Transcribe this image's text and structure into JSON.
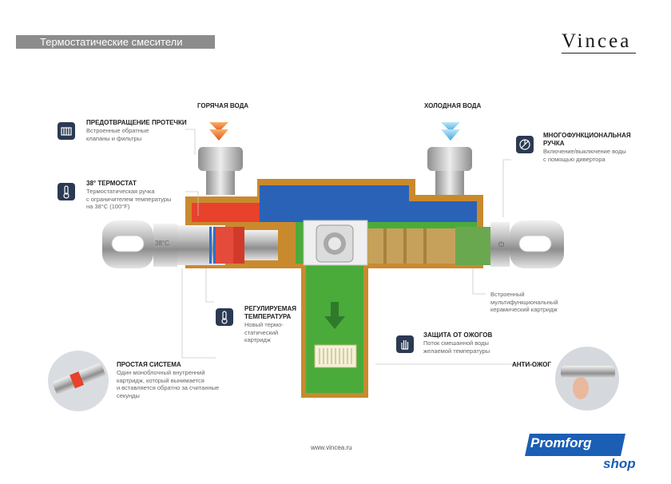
{
  "header": {
    "title": "Термостатические смесители",
    "brand": "Vincea"
  },
  "labels": {
    "hot_water": "ГОРЯЧАЯ ВОДА",
    "cold_water": "ХОЛОДНАЯ ВОДА",
    "temp_scale": "38°C"
  },
  "features": {
    "leak": {
      "title": "ПРЕДОТВРАЩЕНИЕ ПРОТЕЧКИ",
      "lines": [
        "Встроенные обратные",
        "клапаны и фильтры"
      ]
    },
    "thermostat": {
      "title": "38° ТЕРМОСТАТ",
      "lines": [
        "Термостатическая ручка",
        "с ограничителем температуры",
        "на 38°С (100°F)"
      ]
    },
    "handle": {
      "title_lines": [
        "МНОГОФУНКЦИОНАЛЬНАЯ",
        "РУЧКА"
      ],
      "lines": [
        "Включение/выключение воды",
        "с помощью дивертора"
      ]
    },
    "cartridge_ceramic": {
      "lines": [
        "Встроенный",
        "мультифункциональный",
        "керамический картридж"
      ]
    },
    "adjustable": {
      "title_lines": [
        "РЕГУЛИРУЕМАЯ",
        "ТЕМПЕРАТУРА"
      ],
      "lines": [
        "Новый термо-",
        "статический",
        "картридж"
      ]
    },
    "scald": {
      "title": "ЗАЩИТА ОТ ОЖОГОВ",
      "lines": [
        "Поток смешанной воды",
        "желаемой температуры"
      ]
    },
    "simple": {
      "title": "ПРОСТАЯ СИСТЕМА",
      "lines": [
        "Один моноблочный внутренний",
        "картридж, который вынимается",
        "и вставляется обратно за считанные",
        "секунды"
      ]
    },
    "anti_burn": {
      "title": "АНТИ-ОЖОГ"
    }
  },
  "icons": {
    "leak": "filter-icon",
    "thermostat": "thermometer-icon",
    "handle": "diverter-icon",
    "adjustable": "thermometer-icon",
    "scald": "hand-icon"
  },
  "footer": {
    "website": "www.vincea.ru",
    "promo_line1": "Promforg",
    "promo_line2": "shop"
  },
  "colors": {
    "hot": "#e8412c",
    "cold": "#2a62b8",
    "mixed": "#4aab3a",
    "body_outline": "#c98a2e",
    "icon_bg": "#2b3a52",
    "promo": "#1a5fb4"
  }
}
